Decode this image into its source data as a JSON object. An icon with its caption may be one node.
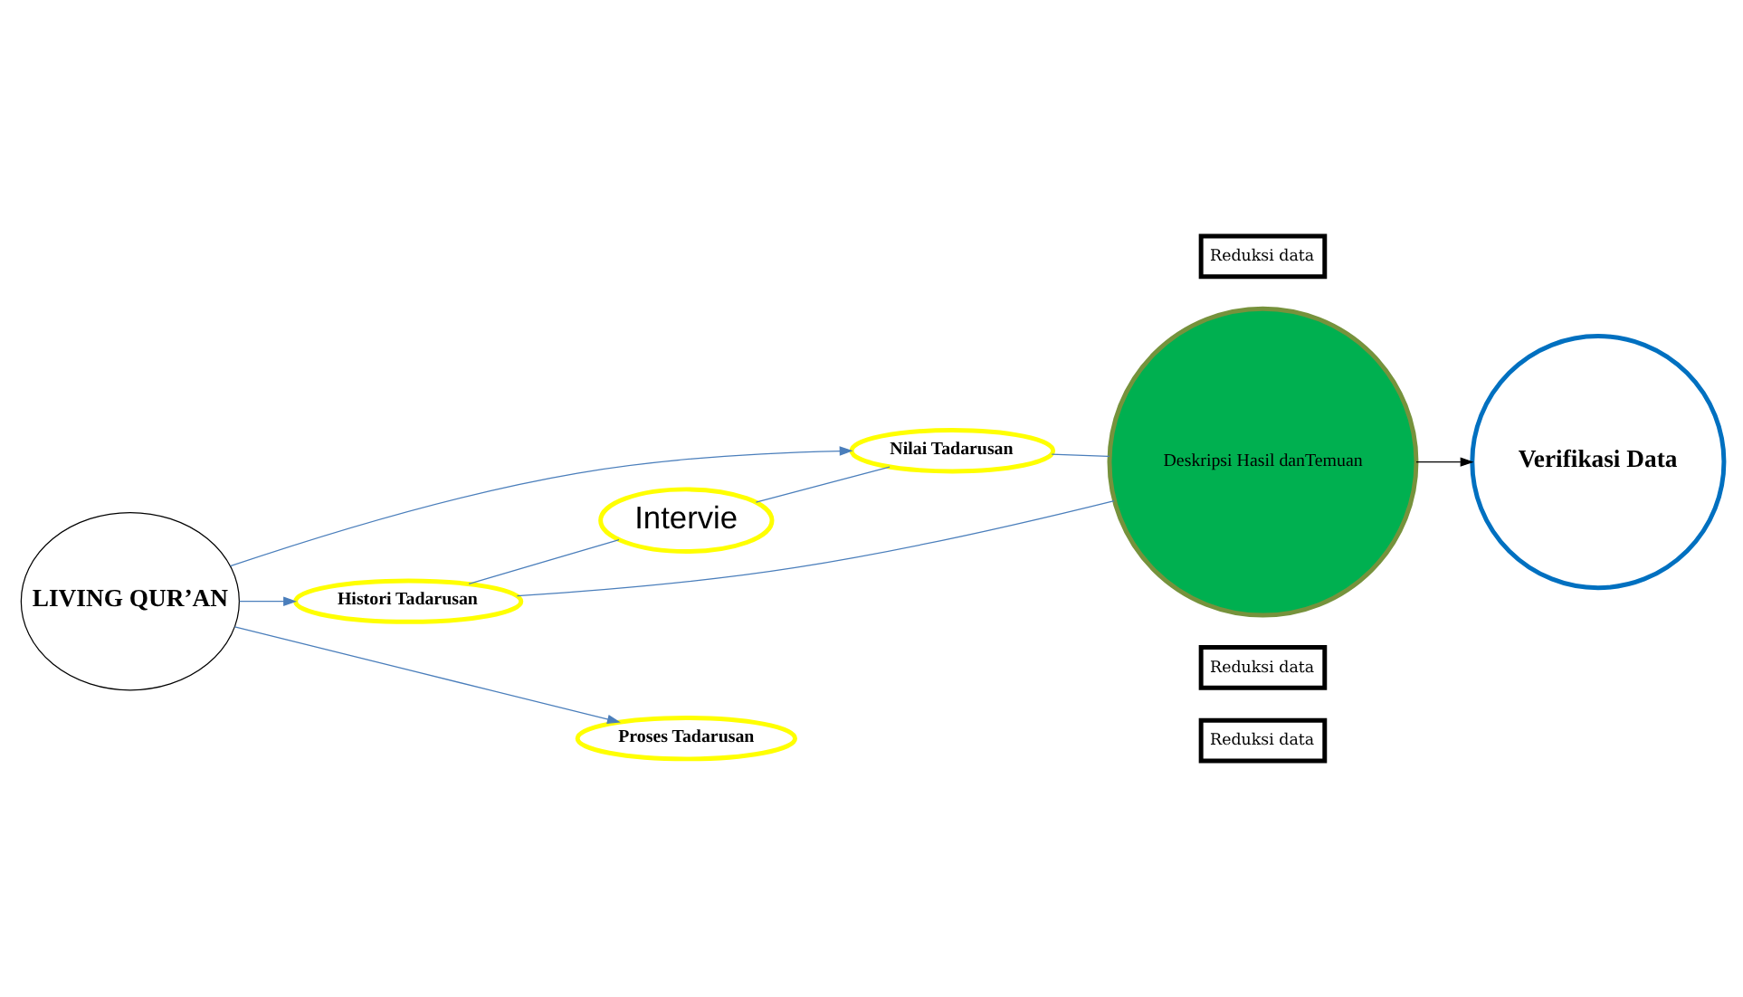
{
  "diagram": {
    "nodes": [
      {
        "text": [
          "LIVING QUR’AN"
        ]
      },
      {
        "text": [
          "Histori Tadarusan"
        ]
      },
      {
        "text": [
          "Intervie"
        ]
      },
      {
        "text": [
          "Proses Tadarusan"
        ]
      },
      {
        "text": [
          "Nilai Tadarusan"
        ]
      },
      {
        "text": [
          "Deskripsi Hasil danTemuan"
        ]
      },
      {
        "text": [
          "Verifikasi Data"
        ]
      },
      {
        "text": [
          "Reduksi data"
        ]
      },
      {
        "text": [
          "Reduksi data"
        ]
      },
      {
        "text": [
          "Reduksi data"
        ]
      }
    ],
    "edges": [
      {
        "from": 0,
        "to": 1,
        "arrow": "to"
      },
      {
        "from": 0,
        "to": 3,
        "arrow": "to"
      },
      {
        "from": 0,
        "to": 4,
        "arrow": "to"
      },
      {
        "from": 1,
        "to": 5,
        "arrow": "none"
      },
      {
        "from": 1,
        "to": 2,
        "arrow": "none"
      },
      {
        "from": 2,
        "to": 4,
        "arrow": "none"
      },
      {
        "from": 4,
        "to": 5,
        "arrow": "none"
      },
      {
        "from": 5,
        "to": 6,
        "arrow": "to",
        "color": "#000000"
      }
    ]
  }
}
